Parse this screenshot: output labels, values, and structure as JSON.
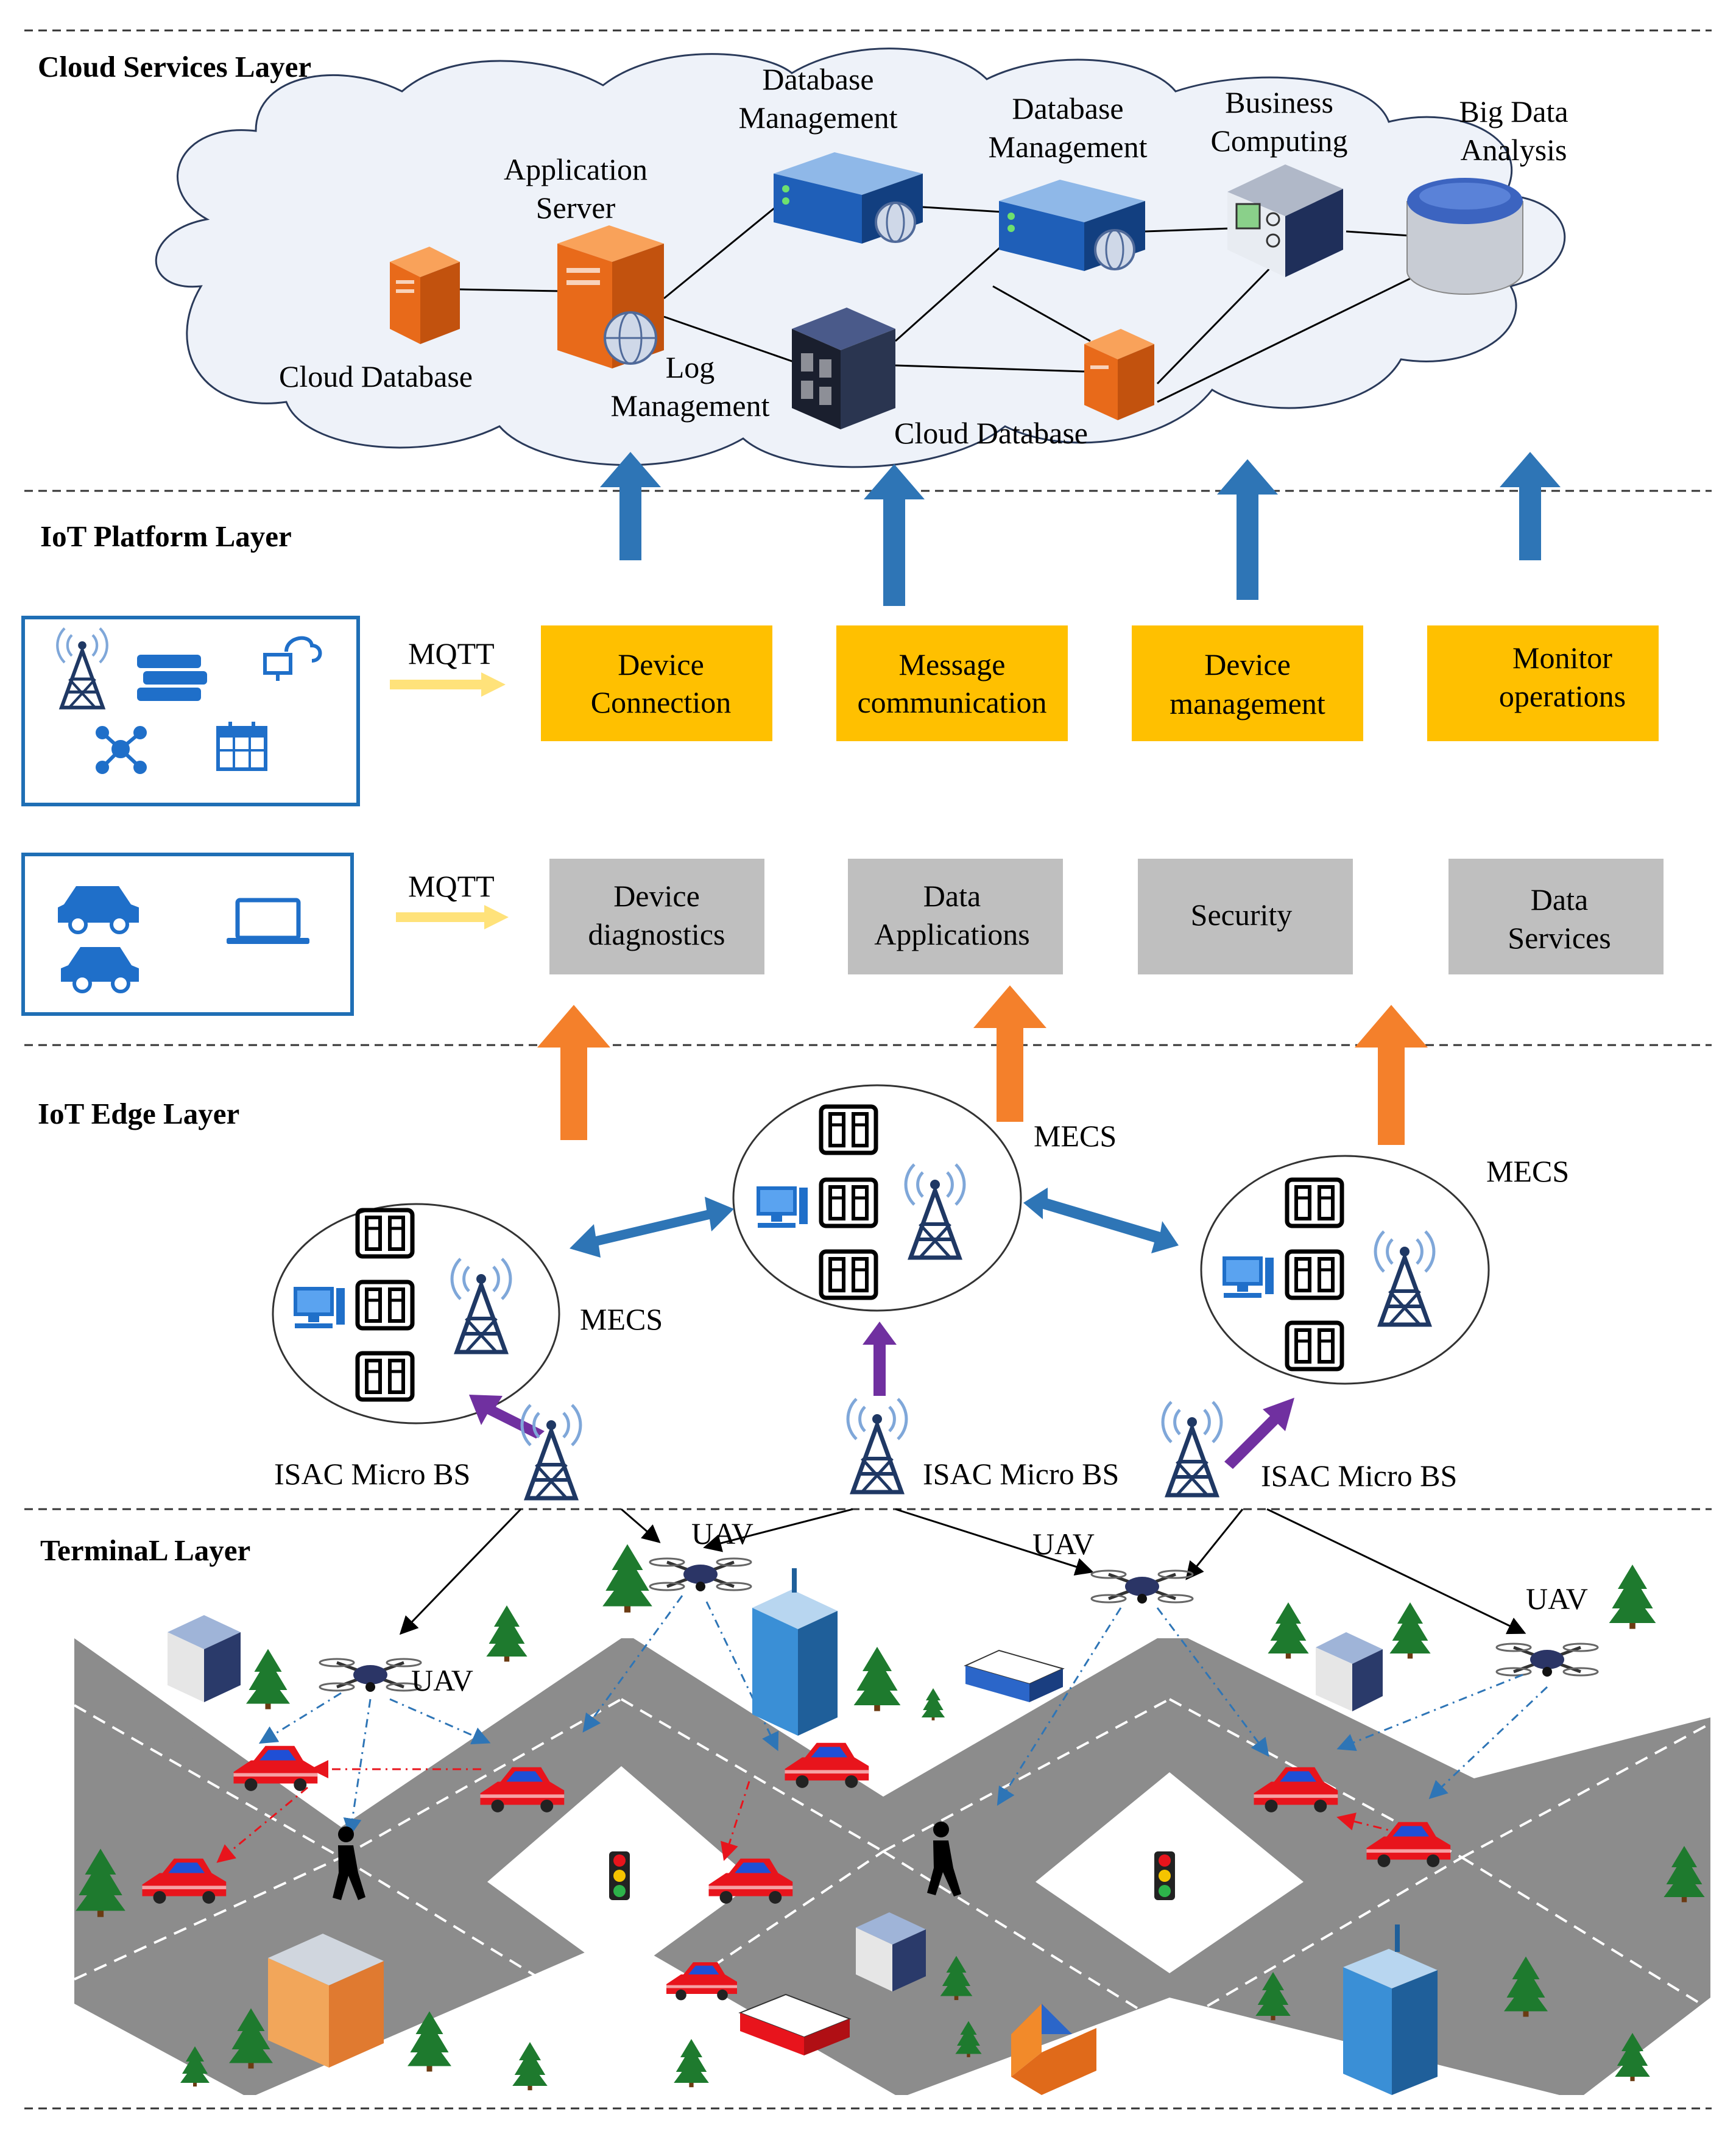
{
  "layers": {
    "cloud": "Cloud Services Layer",
    "platform": "IoT Platform Layer",
    "edge": "IoT Edge Layer",
    "terminal": "TerminaL Layer"
  },
  "cloud_nodes": {
    "cloud_db_left": "Cloud Database",
    "app_server": [
      "Application",
      "Server"
    ],
    "log_mgmt": [
      "Log",
      "Management"
    ],
    "db_mgmt_1": [
      "Database",
      "Management"
    ],
    "db_mgmt_2": [
      "Database",
      "Management"
    ],
    "cloud_db_right": "Cloud Database",
    "business": [
      "Business",
      "Computing"
    ],
    "bigdata": [
      "Big Data",
      "Analysis"
    ]
  },
  "platform": {
    "protocol_label": "MQTT",
    "services": [
      [
        "Device",
        "Connection"
      ],
      [
        "Message",
        "communication"
      ],
      [
        "Device",
        "management"
      ],
      [
        "Monitor",
        "operations"
      ]
    ],
    "functions": [
      [
        "Device",
        "diagnostics"
      ],
      [
        "Data",
        "Applications"
      ],
      [
        "Security"
      ],
      [
        "Data",
        "Services"
      ]
    ]
  },
  "edge": {
    "node_label": "MECS",
    "bs_label": "ISAC Micro BS"
  },
  "terminal": {
    "uav_label": "UAV"
  },
  "colors": {
    "yellow_box": "#FFC000",
    "gray_box": "#BFBFBF",
    "blue_arrow": "#2E75B6",
    "orange_arrow": "#F4802B",
    "purple_arrow": "#7030A0",
    "mqtt_arrow": "#FFE27A",
    "road": "#8C8C8C",
    "tree": "#1E7A2E",
    "car": "#E8141C"
  }
}
